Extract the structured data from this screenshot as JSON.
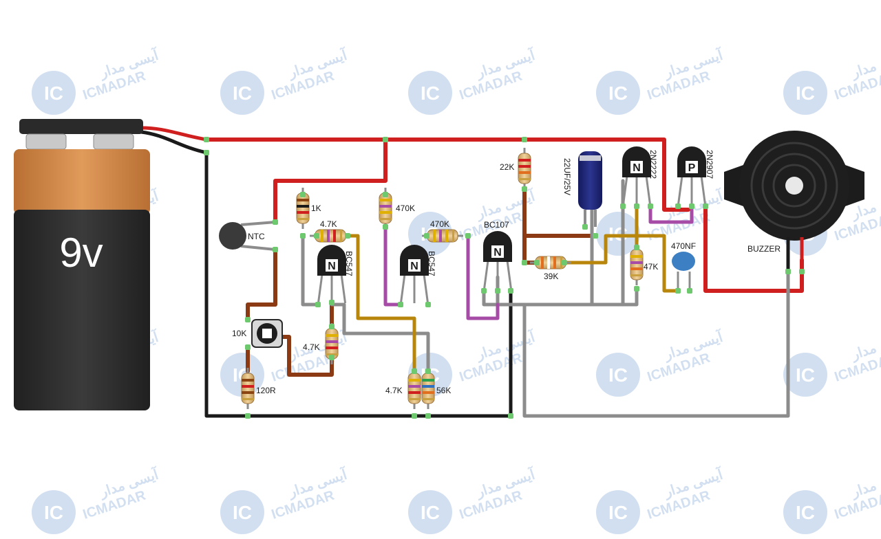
{
  "battery": {
    "label": "9v"
  },
  "components": {
    "ntc": "NTC",
    "pot": "10K",
    "r_120": "120R",
    "r_1k": "1K",
    "r_470k_a": "470K",
    "r_4k7_a": "4.7K",
    "r_4k7_b": "4.7K",
    "q1": "BC547",
    "q2": "BC547",
    "r_470k_b": "470K",
    "r_4k7_c": "4.7K",
    "r_56k": "56K",
    "q3": "BC107",
    "r_22k": "22K",
    "cap_elec": "22UF/25V",
    "r_39k": "39K",
    "q4": "2N2222",
    "q5": "2N2907",
    "r_47k": "47K",
    "cap_ceramic": "470NF",
    "buzzer": "BUZZER"
  },
  "transistor_letters": {
    "npn": "N",
    "pnp": "P"
  },
  "watermark": {
    "latin": "ICMADAR",
    "persian": "آیسی مدار",
    "badge": "IC"
  },
  "colors": {
    "wire_red": "#d01f1f",
    "wire_black": "#1a1a1a",
    "wire_brown": "#8b3a14",
    "wire_gray": "#8c8c8c",
    "wire_purple": "#a64ca6",
    "wire_olive": "#b8860b",
    "battery_orange": "#d28a4a",
    "battery_dark": "#2c2c2c"
  }
}
